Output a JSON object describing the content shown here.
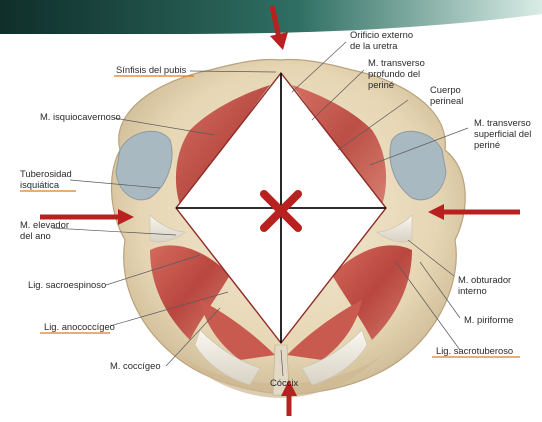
{
  "colors": {
    "header_teal": "#2f6f63",
    "header_dark": "#0f2e2a",
    "arrow_red": "#b8211f",
    "bone": "#e9dcc0",
    "bone_shadow": "#c9b48e",
    "muscle": "#c0544a",
    "ligament": "#f1ece2",
    "underline_orange": "#e07a1f"
  },
  "icons": {
    "center_mark": "x-cross-icon",
    "arrows": "arrow-icon"
  },
  "labels": {
    "sinfisis_pubis": "Sínfisis del pubis",
    "orificio_1": "Orificio externo",
    "orificio_2": "de la uretra",
    "transverso_prof_1": "M. transverso",
    "transverso_prof_2": "profundo del",
    "transverso_prof_3": "periné",
    "cuerpo_1": "Cuerpo",
    "cuerpo_2": "perineal",
    "isquiocavernoso": "M. isquiocavernoso",
    "transverso_sup_1": "M. transverso",
    "transverso_sup_2": "superficial del",
    "transverso_sup_3": "periné",
    "tuberosidad_1": "Tuberosidad",
    "tuberosidad_2": "isquiática",
    "elevador_1": "M. elevador",
    "elevador_2": "del ano",
    "obturador_1": "M. obturador",
    "obturador_2": "interno",
    "sacroespinoso": "Lig. sacroespinoso",
    "piriforme": "M. piriforme",
    "anococcigeo": "Lig. anococcígeo",
    "sacrotuberoso": "Lig. sacrotuberoso",
    "coccigeo": "M. coccígeo",
    "coccix": "Cóccix"
  }
}
